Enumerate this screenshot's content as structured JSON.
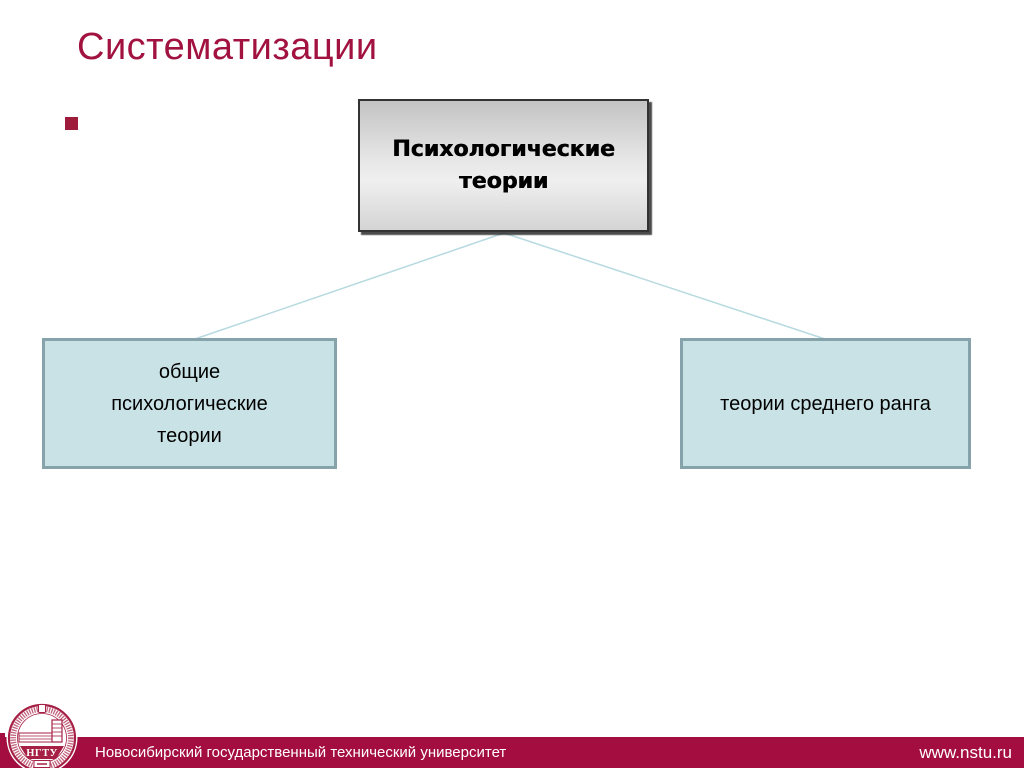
{
  "slide": {
    "title": "Систематизации"
  },
  "diagram": {
    "root_label": "Психологические\nтеории",
    "left_label": "общие\nпсихологические\nтеории",
    "right_label": "теории среднего ранга"
  },
  "footer": {
    "university": "Новосибирский государственный технический университет",
    "website": "www.nstu.ru",
    "logo_text": "НГТУ"
  },
  "colors": {
    "title_red": "#a21240",
    "footer_red": "#a30d3f",
    "logo_red": "#a62045",
    "leaf_fill": "#c9e2e6",
    "leaf_border": "#86a3ab",
    "connector_blue": "#b7dae0",
    "root_border": "#333333"
  }
}
